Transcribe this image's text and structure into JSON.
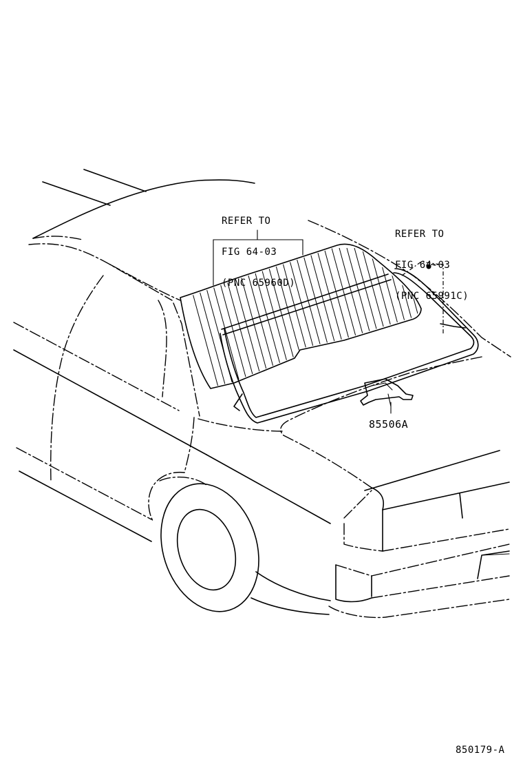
{
  "callouts": {
    "left": {
      "line1": "REFER TO",
      "line2": "FIG 64-03",
      "line3": "(PNC 65960D)"
    },
    "right": {
      "line1": "REFER TO",
      "line2": "FIG 64-03",
      "line3": "(PNC 65991C)"
    },
    "part": "85506A"
  },
  "figure_number": "850179-A"
}
